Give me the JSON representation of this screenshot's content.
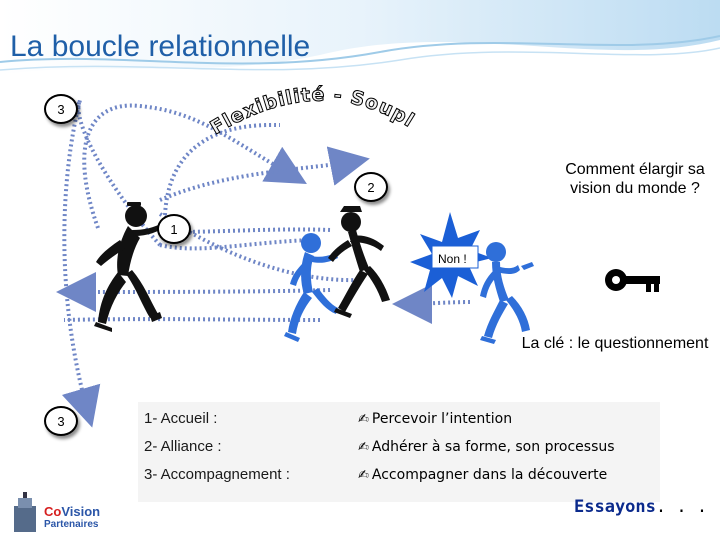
{
  "header": {
    "title": "La boucle relationnelle",
    "wordart": "Flexibilité - Souplesse"
  },
  "badges": {
    "top_three": "3",
    "two": "2",
    "one": "1",
    "bottom_three": "3"
  },
  "question": "Comment élargir sa vision du monde ?",
  "non_label": "Non !",
  "key_caption": "La clé : le questionnement",
  "steps": [
    {
      "label": "1- Accueil :",
      "detail": "Percevoir l’intention"
    },
    {
      "label": "2- Alliance :",
      "detail": "Adhérer à sa forme, son processus"
    },
    {
      "label": "3- Accompagnement :",
      "detail": "Accompagner dans la découverte"
    }
  ],
  "detail_icon": "pen-writing-icon",
  "essayons": {
    "word": "Essayons",
    "dots": ". . ."
  },
  "logo": {
    "line1_co": "Co",
    "line1_vision": "Vision",
    "line2": "Partenaires"
  },
  "colors": {
    "title": "#1f5fa8",
    "arrow": "#6f86c6",
    "wordart_fill": "#f2f2f2",
    "essayons": "#0b2a8c",
    "figure_blue": "#2f6fd9",
    "figure_black": "#111111",
    "burst": "#1b5fd6",
    "key": "#000000"
  }
}
